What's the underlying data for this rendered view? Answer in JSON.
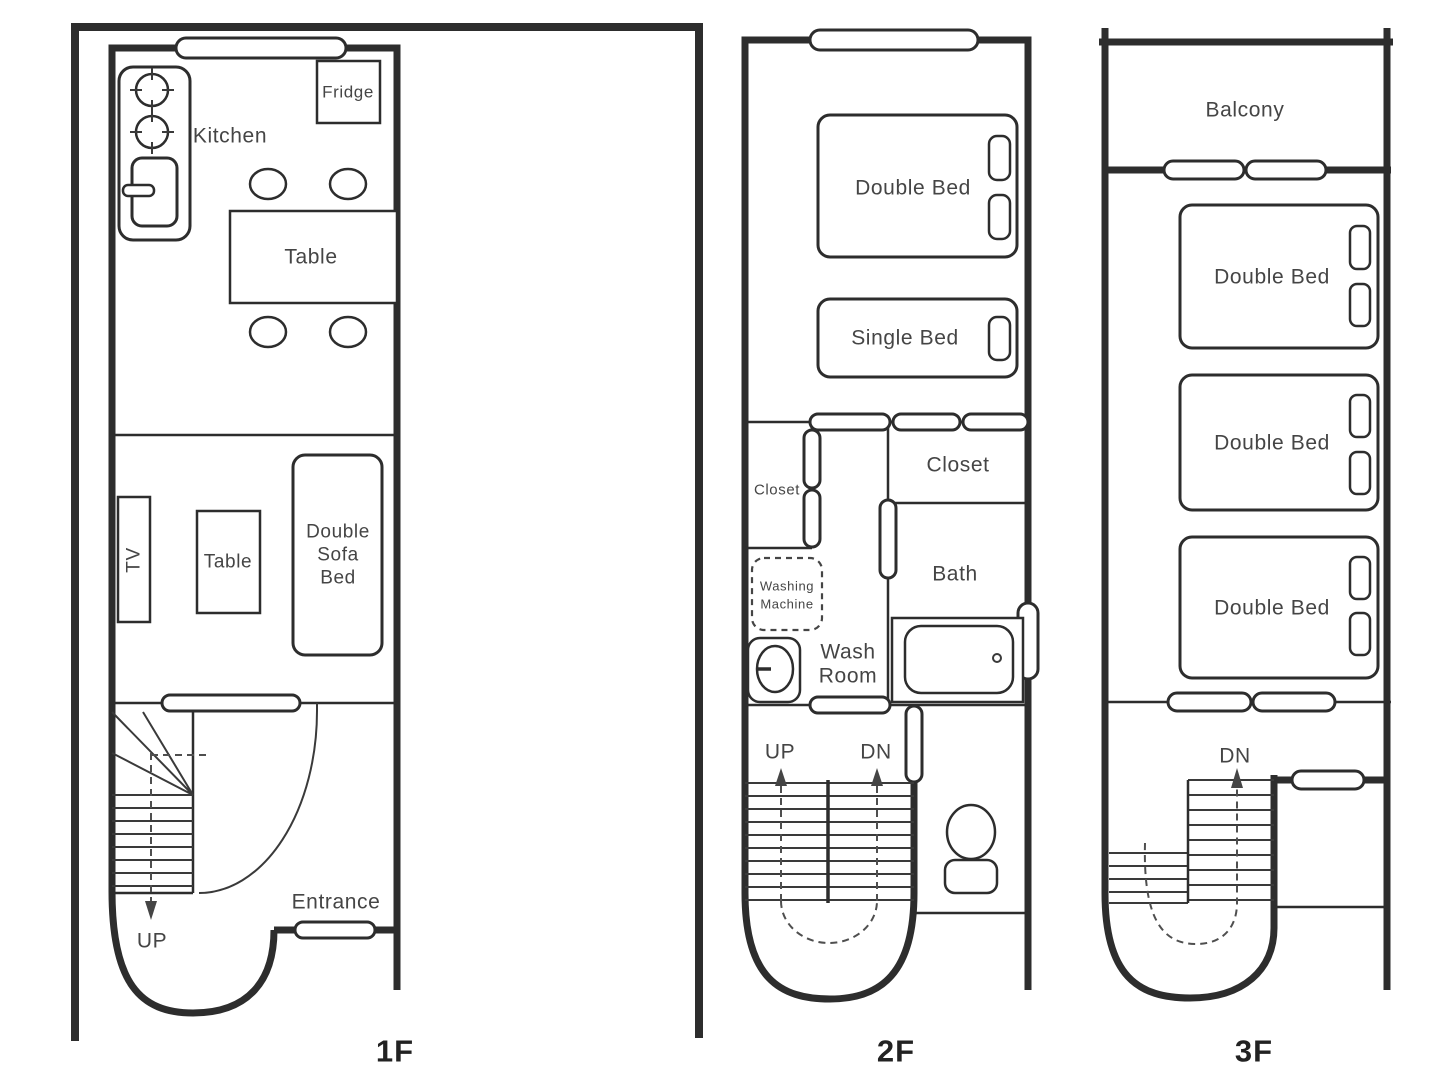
{
  "colors": {
    "wall": "#2d2d2d",
    "text": "#454545",
    "background": "#ffffff"
  },
  "floors": {
    "f1": {
      "label": "1F",
      "kitchen": "Kitchen",
      "fridge": "Fridge",
      "dining_table": "Table",
      "tv": "TV",
      "coffee_table": "Table",
      "sofa_bed": {
        "l1": "Double",
        "l2": "Sofa",
        "l3": "Bed"
      },
      "entrance": "Entrance",
      "up": "UP"
    },
    "f2": {
      "label": "2F",
      "double_bed": "Double Bed",
      "single_bed": "Single Bed",
      "closet_left": "Closet",
      "closet_right": "Closet",
      "bath": "Bath",
      "washing_machine": {
        "l1": "Washing",
        "l2": "Machine"
      },
      "wash_room": {
        "l1": "Wash",
        "l2": "Room"
      },
      "up": "UP",
      "dn": "DN"
    },
    "f3": {
      "label": "3F",
      "balcony": "Balcony",
      "beds": [
        "Double Bed",
        "Double Bed",
        "Double Bed"
      ],
      "dn": "DN"
    }
  }
}
